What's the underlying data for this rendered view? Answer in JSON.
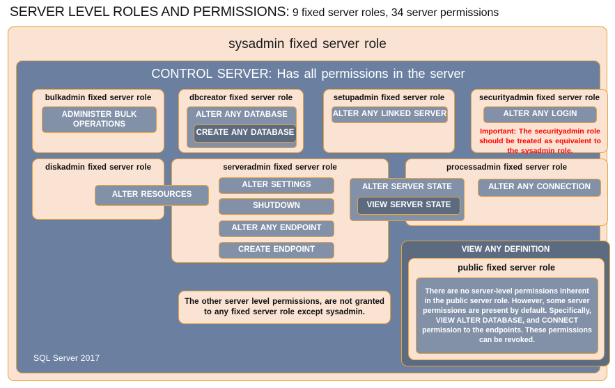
{
  "title": {
    "strong": "SERVER LEVEL ROLES AND PERMISSIONS:",
    "rest": " 9 fixed server roles, 34 server permissions"
  },
  "sysadmin": {
    "label": "sysadmin fixed server role"
  },
  "control_server": {
    "label": "CONTROL SERVER: Has all permissions in the server"
  },
  "roles": {
    "bulkadmin": {
      "title": "bulkadmin fixed server role",
      "permissions": [
        "ADMINISTER  BULK OPERATIONS"
      ]
    },
    "dbcreator": {
      "title": "dbcreator fixed server role",
      "permissions": [
        "ALTER ANY DATABASE",
        "CREATE  ANY DATABASE"
      ]
    },
    "setupadmin": {
      "title": "setupadmin fixed server role",
      "permissions": [
        "ALTER ANY LINKED SERVER"
      ]
    },
    "securityadmin": {
      "title": "securityadmin fixed server role",
      "permissions": [
        "ALTER ANY LOGIN"
      ],
      "important_note": "Important:  The securityadmin role should  be treated as equivalent to the  sysadmin role."
    },
    "diskadmin": {
      "title": "diskadmin fixed server role",
      "permissions": [
        "ALTER RESOURCES"
      ]
    },
    "serveradmin": {
      "title": "serveradmin fixed server role",
      "permissions": [
        "ALTER SETTINGS",
        "SHUTDOWN",
        "ALTER ANY ENDPOINT",
        "CREATE  ENDPOINT",
        "ALTER SERVER  STATE",
        "VIEW SERVER  STATE"
      ]
    },
    "processadmin": {
      "title": "processadmin fixed server role",
      "permissions": [
        "ALTER ANY CONNECTION"
      ]
    },
    "public": {
      "header_permission": "VIEW ANY DEFINITION",
      "title": "public  fixed server role",
      "note": "There are no server-level permissions inherent in the public server role. However, some server permissions are present by default. Specifically, VIEW ALTER DATABASE, and CONNECT permission to the endpoints. These permissions can be revoked."
    }
  },
  "notes": {
    "other_permissions": "The other server level permissions,  are not granted to any fixed server role except sysadmin."
  },
  "footer": {
    "label": "SQL Server 2017"
  },
  "colors": {
    "peach": "#FAE3D3",
    "slate": "#6B80A0",
    "slate_dark": "#5D6B80",
    "chip": "#8290A8",
    "border_gold": "#E8A33D",
    "warning_red": "#FF0000",
    "text_dark": "#111111",
    "text_light": "#FFFFFF"
  }
}
